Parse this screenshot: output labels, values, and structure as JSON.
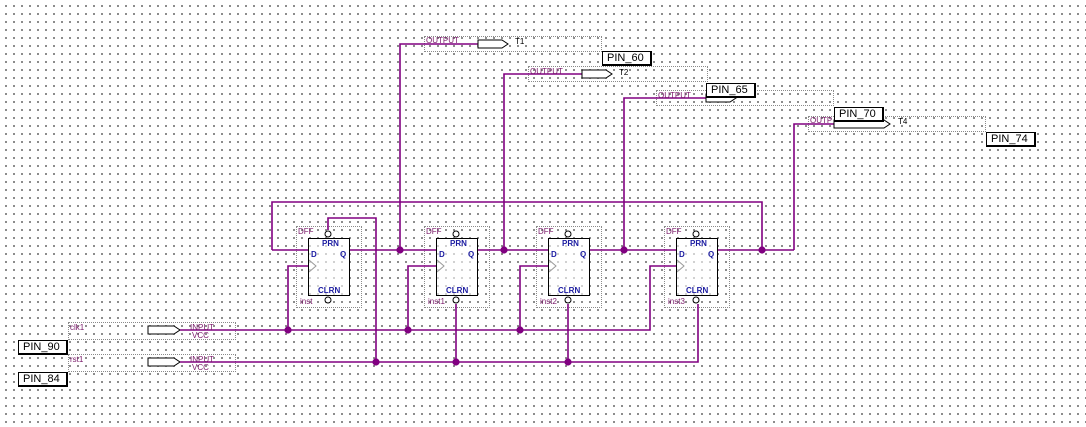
{
  "inputs": [
    {
      "name": "clk1",
      "type_label": "INPUT",
      "default_label": "VCC",
      "pin": "PIN_90"
    },
    {
      "name": "rst1",
      "type_label": "INPUT",
      "default_label": "VCC",
      "pin": "PIN_84"
    }
  ],
  "outputs": [
    {
      "name": "T1",
      "type_label": "OUTPUT",
      "pin": "PIN_60"
    },
    {
      "name": "T2",
      "type_label": "OUTPUT",
      "pin": "PIN_65"
    },
    {
      "name": "",
      "type_label": "OUTPUT",
      "pin": "PIN_70"
    },
    {
      "name": "T4",
      "type_label": "OUTP",
      "pin": "PIN_74"
    }
  ],
  "flipflops": [
    {
      "type": "DFF",
      "instance": "inst",
      "prn": "PRN",
      "clrn": "CLRN",
      "d": "D",
      "q": "Q"
    },
    {
      "type": "DFF",
      "instance": "inst1",
      "prn": "PRN",
      "clrn": "CLRN",
      "d": "D",
      "q": "Q"
    },
    {
      "type": "DFF",
      "instance": "inst2",
      "prn": "PRN",
      "clrn": "CLRN",
      "d": "D",
      "q": "Q"
    },
    {
      "type": "DFF",
      "instance": "inst3",
      "prn": "PRN",
      "clrn": "CLRN",
      "d": "D",
      "q": "Q"
    }
  ],
  "colors": {
    "wire": "#800080",
    "grid_dot": "#6c6c6c",
    "port_text": "#1a1aa0"
  }
}
